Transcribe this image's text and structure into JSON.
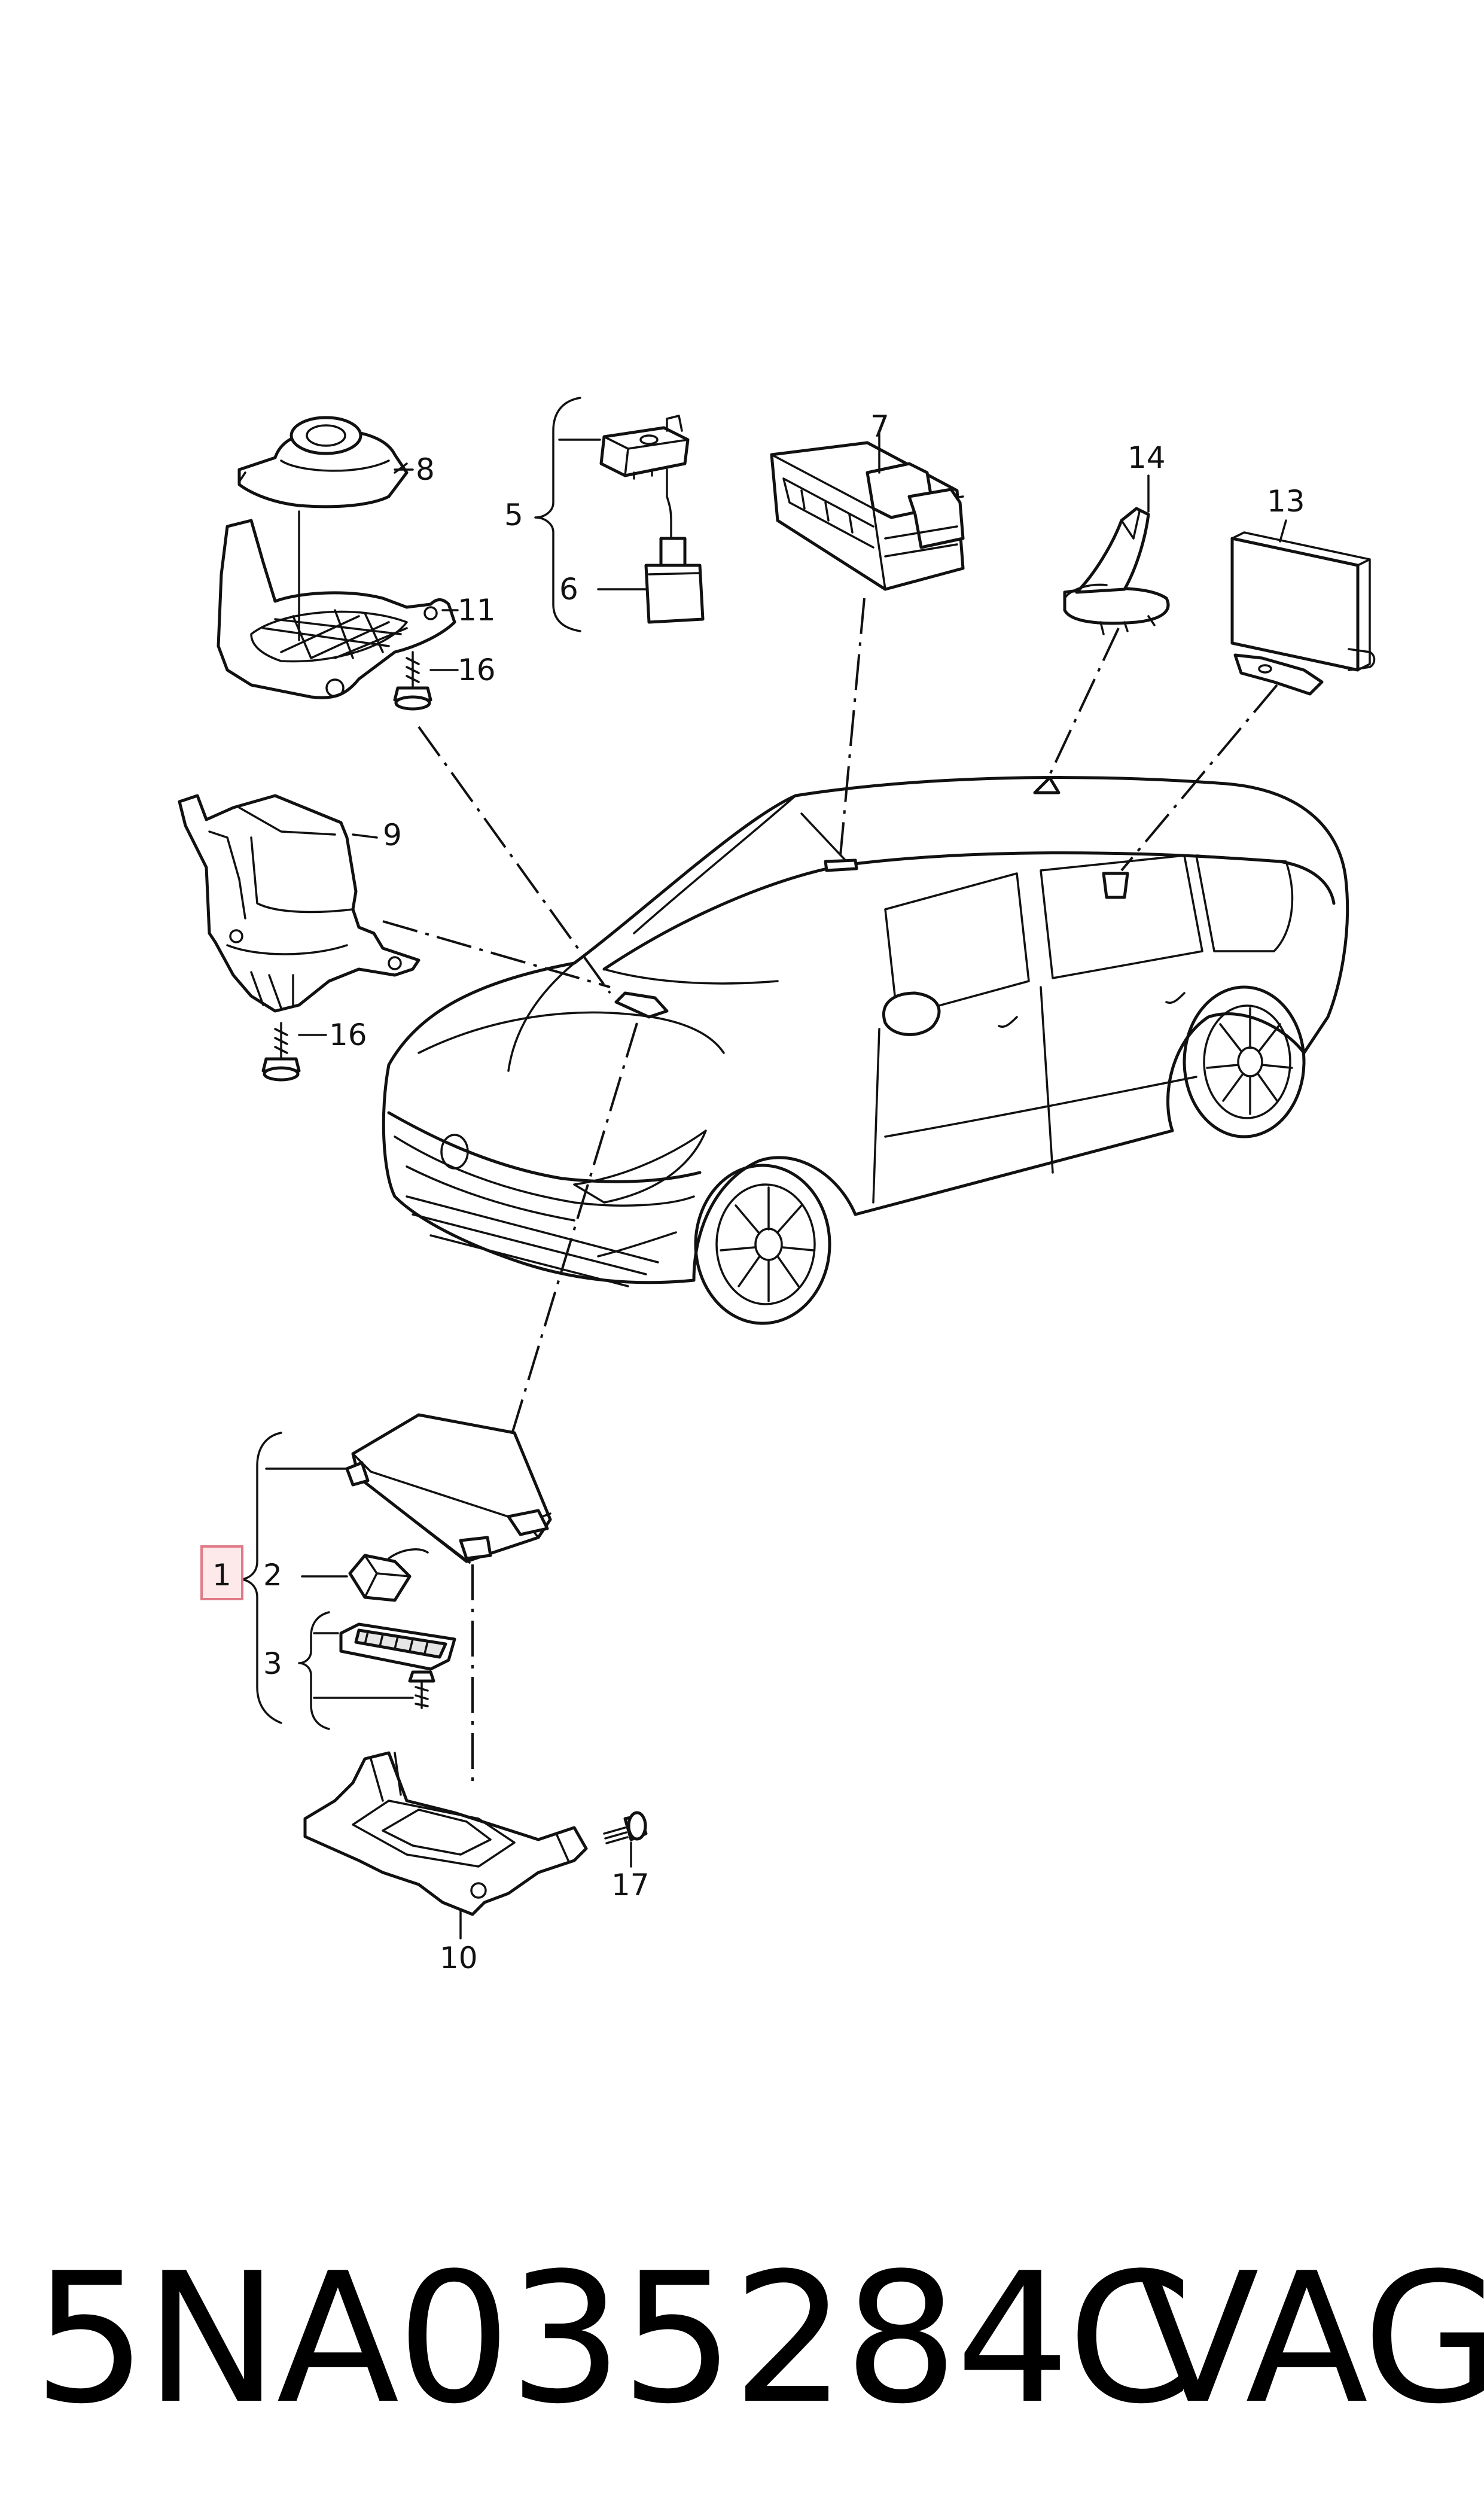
{
  "callouts": {
    "c1": "1",
    "c2": "2",
    "c3": "3",
    "c5": "5",
    "c6": "6",
    "c7": "7",
    "c8": "8",
    "c9": "9",
    "c10": "10",
    "c11": "11",
    "c13": "13",
    "c14": "14",
    "c16a": "16",
    "c16b": "16",
    "c17": "17"
  },
  "part_number": "5NA035284C",
  "brand": "VAG",
  "highlight_color": "#e07a86"
}
